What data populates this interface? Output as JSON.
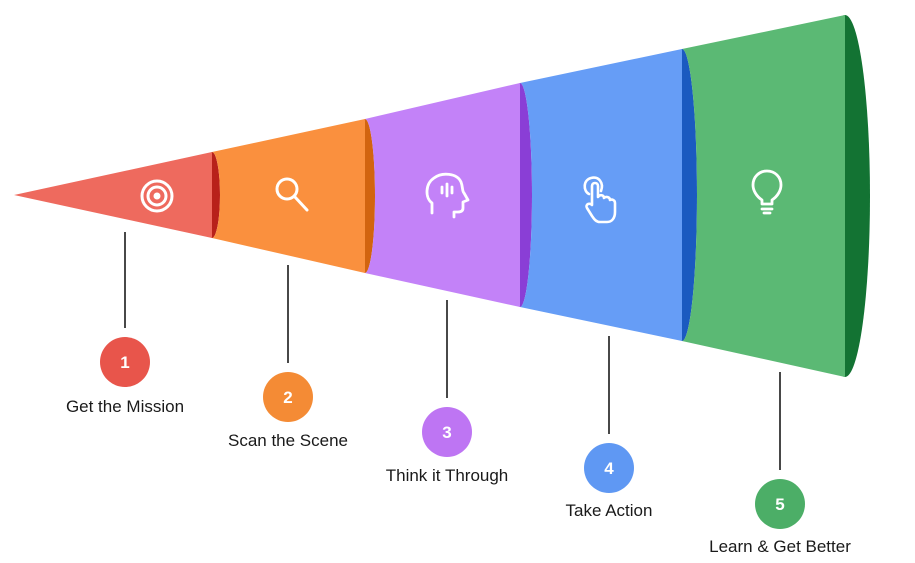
{
  "steps": [
    {
      "number": "1",
      "label": "Get the Mission",
      "icon": "target-icon",
      "color": "#ee6a5e",
      "dark": "#b8211a",
      "badge": "#e8554b"
    },
    {
      "number": "2",
      "label": "Scan the Scene",
      "icon": "magnifier-icon",
      "color": "#fa903e",
      "dark": "#d2640f",
      "badge": "#f48b35"
    },
    {
      "number": "3",
      "label": "Think it Through",
      "icon": "head-thinking-icon",
      "color": "#c382f8",
      "dark": "#8a3ed6",
      "badge": "#be75f3"
    },
    {
      "number": "4",
      "label": "Take Action",
      "icon": "hand-tap-icon",
      "color": "#669df6",
      "dark": "#1b5ac0",
      "badge": "#5f98f3"
    },
    {
      "number": "5",
      "label": "Learn & Get Better",
      "icon": "lightbulb-icon",
      "color": "#5bb974",
      "dark": "#137333",
      "badge": "#4cae67"
    }
  ]
}
